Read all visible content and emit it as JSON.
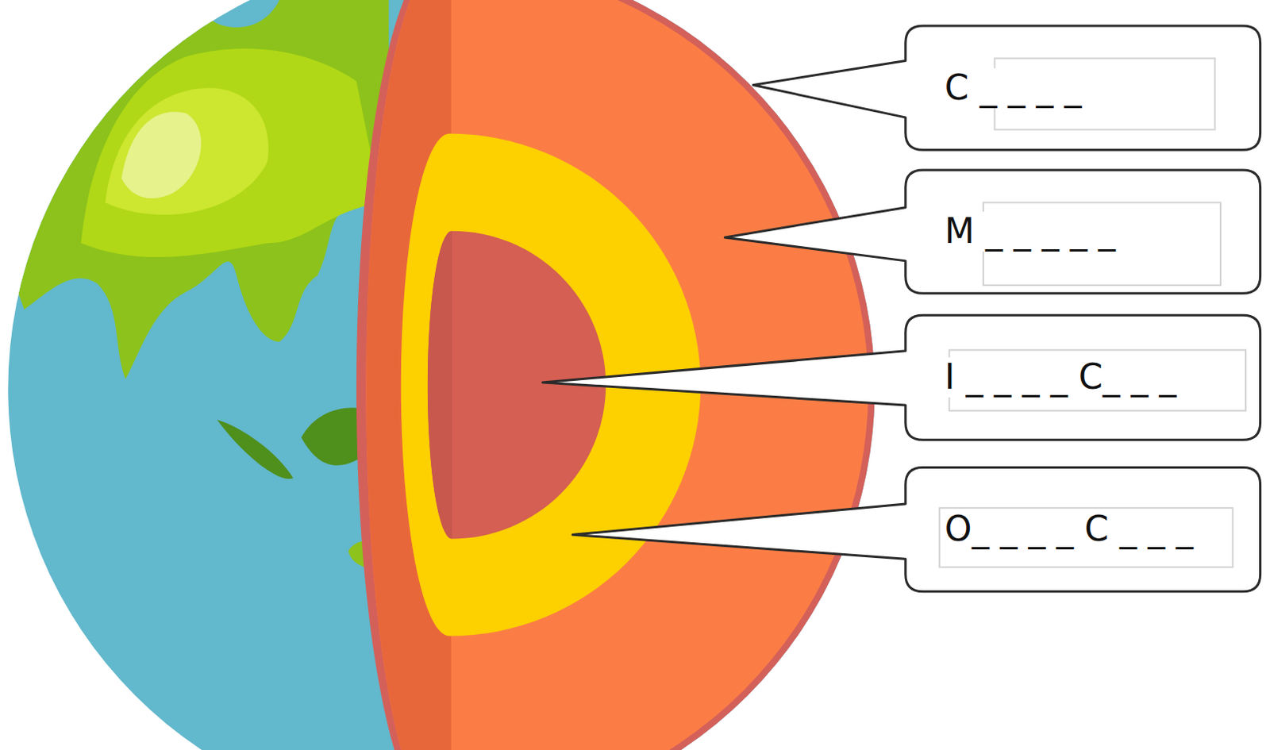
{
  "diagram": {
    "nodes": [
      {
        "text": [
          "C _ _ _ _"
        ]
      },
      {
        "text": [
          "M _ _ _ _ _"
        ]
      },
      {
        "text": [
          "I _ _ _ _ C_ _ _"
        ]
      },
      {
        "text": [
          "O_ _ _ _ C _ _ _"
        ]
      }
    ]
  }
}
